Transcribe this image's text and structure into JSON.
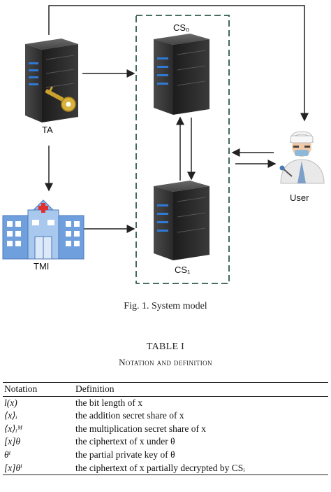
{
  "figure": {
    "nodes": {
      "ta": "TA",
      "tmi": "TMI",
      "cs0": "CS₀",
      "cs1": "CS₁",
      "user": "User"
    },
    "caption": "Fig. 1.  System model"
  },
  "table": {
    "title": "TABLE I",
    "subtitle": "Notation and definition",
    "headers": {
      "notation": "Notation",
      "definition": "Definition"
    },
    "rows": [
      {
        "notation": "l(x)",
        "definition": "the bit length of x"
      },
      {
        "notation": "⟨x⟩ᵢ",
        "definition": "the addition secret share of x"
      },
      {
        "notation": "⟨x⟩ᵢᴹ",
        "definition": "the multiplication secret share of x"
      },
      {
        "notation": "[x]θ",
        "definition": "the ciphertext of x under θ"
      },
      {
        "notation": "θⁱ",
        "definition": "the partial private key of θ"
      },
      {
        "notation": "[x]θⁱ",
        "definition": "the ciphertext of x partially decrypted by CSᵢ"
      }
    ]
  }
}
